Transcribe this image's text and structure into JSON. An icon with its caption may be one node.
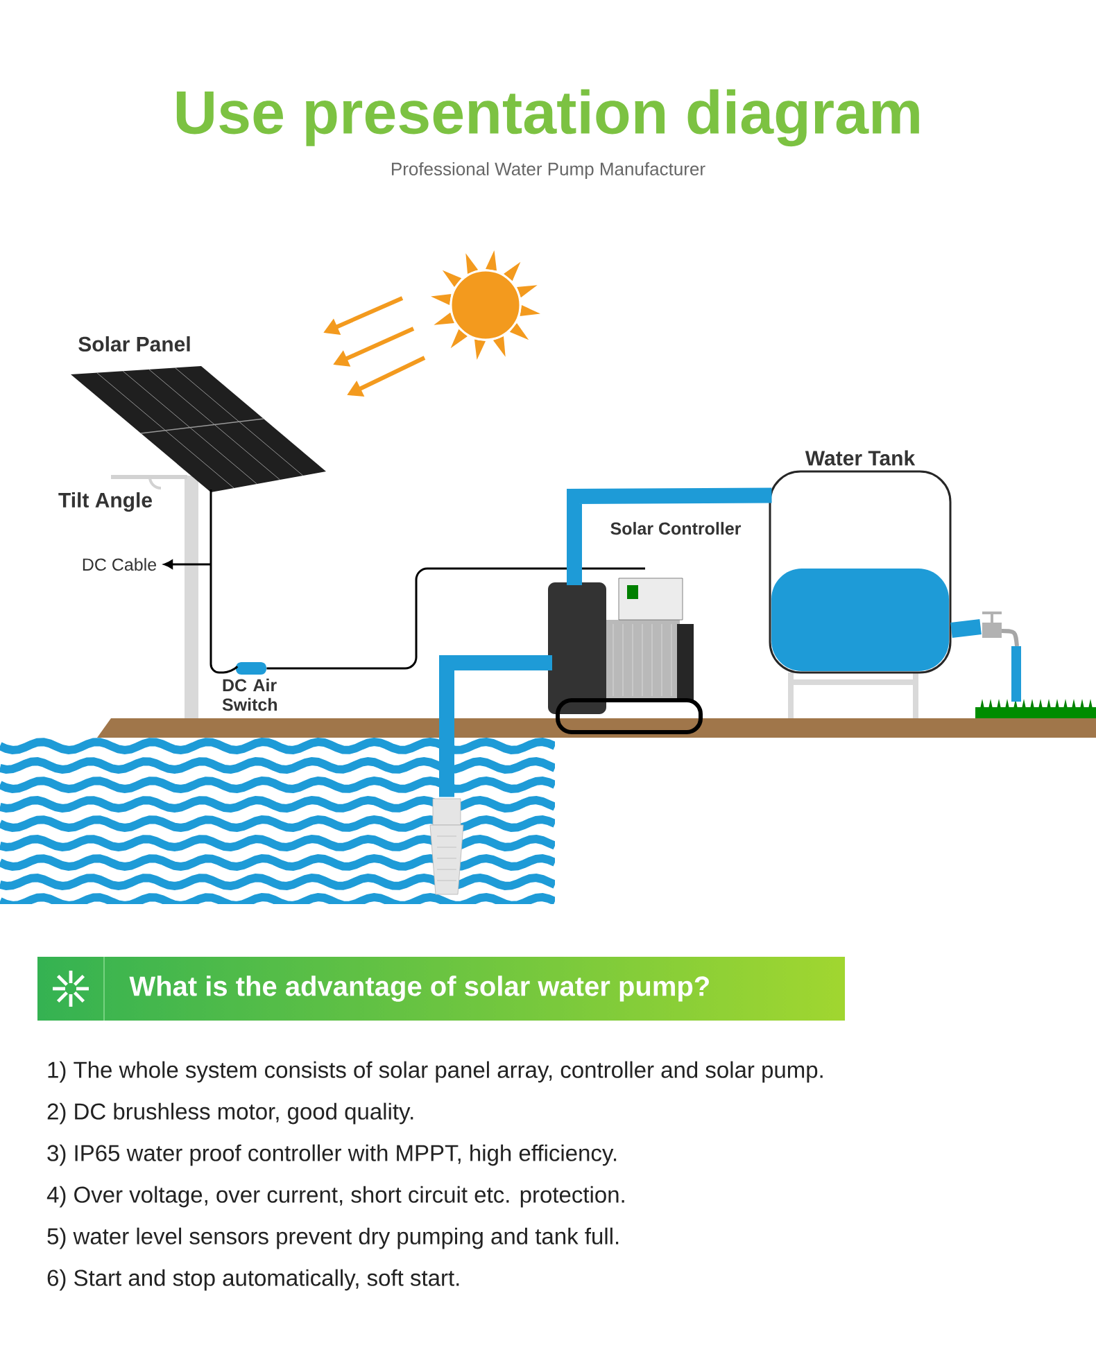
{
  "diagram": {
    "title": "Use presentation diagram",
    "nodes": [
      {
        "text": [
          "Solar Panel"
        ]
      },
      {
        "text": [
          "DC Air Switch"
        ]
      },
      {
        "text": [
          "Solar Controller"
        ]
      },
      {
        "text": [
          "Water Tank"
        ]
      },
      {
        "text": [
          "DC Cable"
        ]
      },
      {
        "text": [],
        "shape": "picture"
      },
      {
        "text": [],
        "shape": "picture"
      },
      {
        "text": [
          "What is the advantage of solar water pump?"
        ]
      }
    ],
    "edges": [
      {
        "from": 0,
        "to": 1,
        "arrow": "none"
      },
      {
        "from": 1,
        "to": 2,
        "arrow": "none"
      },
      {
        "from": null,
        "to": 4,
        "arrow": "to"
      },
      {
        "from": 5,
        "to": 2,
        "arrow": "none",
        "style": "thick",
        "color": "#1e9bd7"
      },
      {
        "from": 2,
        "to": 3,
        "arrow": "none",
        "style": "thick",
        "color": "#1e9bd7"
      },
      {
        "from": 3,
        "to": 6,
        "arrow": "none",
        "style": "thick",
        "color": "#1e9bd7"
      }
    ],
    "labels": [
      "Professional  Water Pump Manufacturer",
      "Tilt Angle",
      "1) The whole system consists of solar panel array, controller and solar pump.",
      "2) DC brushless motor, good quality.",
      "3) IP65 water proof controller with MPPT, high efficiency.",
      "4) Over voltage, over current, short circuit etc. protection.",
      "5) water level sensors prevent dry pumping and tank full.",
      "6) Start and stop automatically, soft start."
    ]
  }
}
